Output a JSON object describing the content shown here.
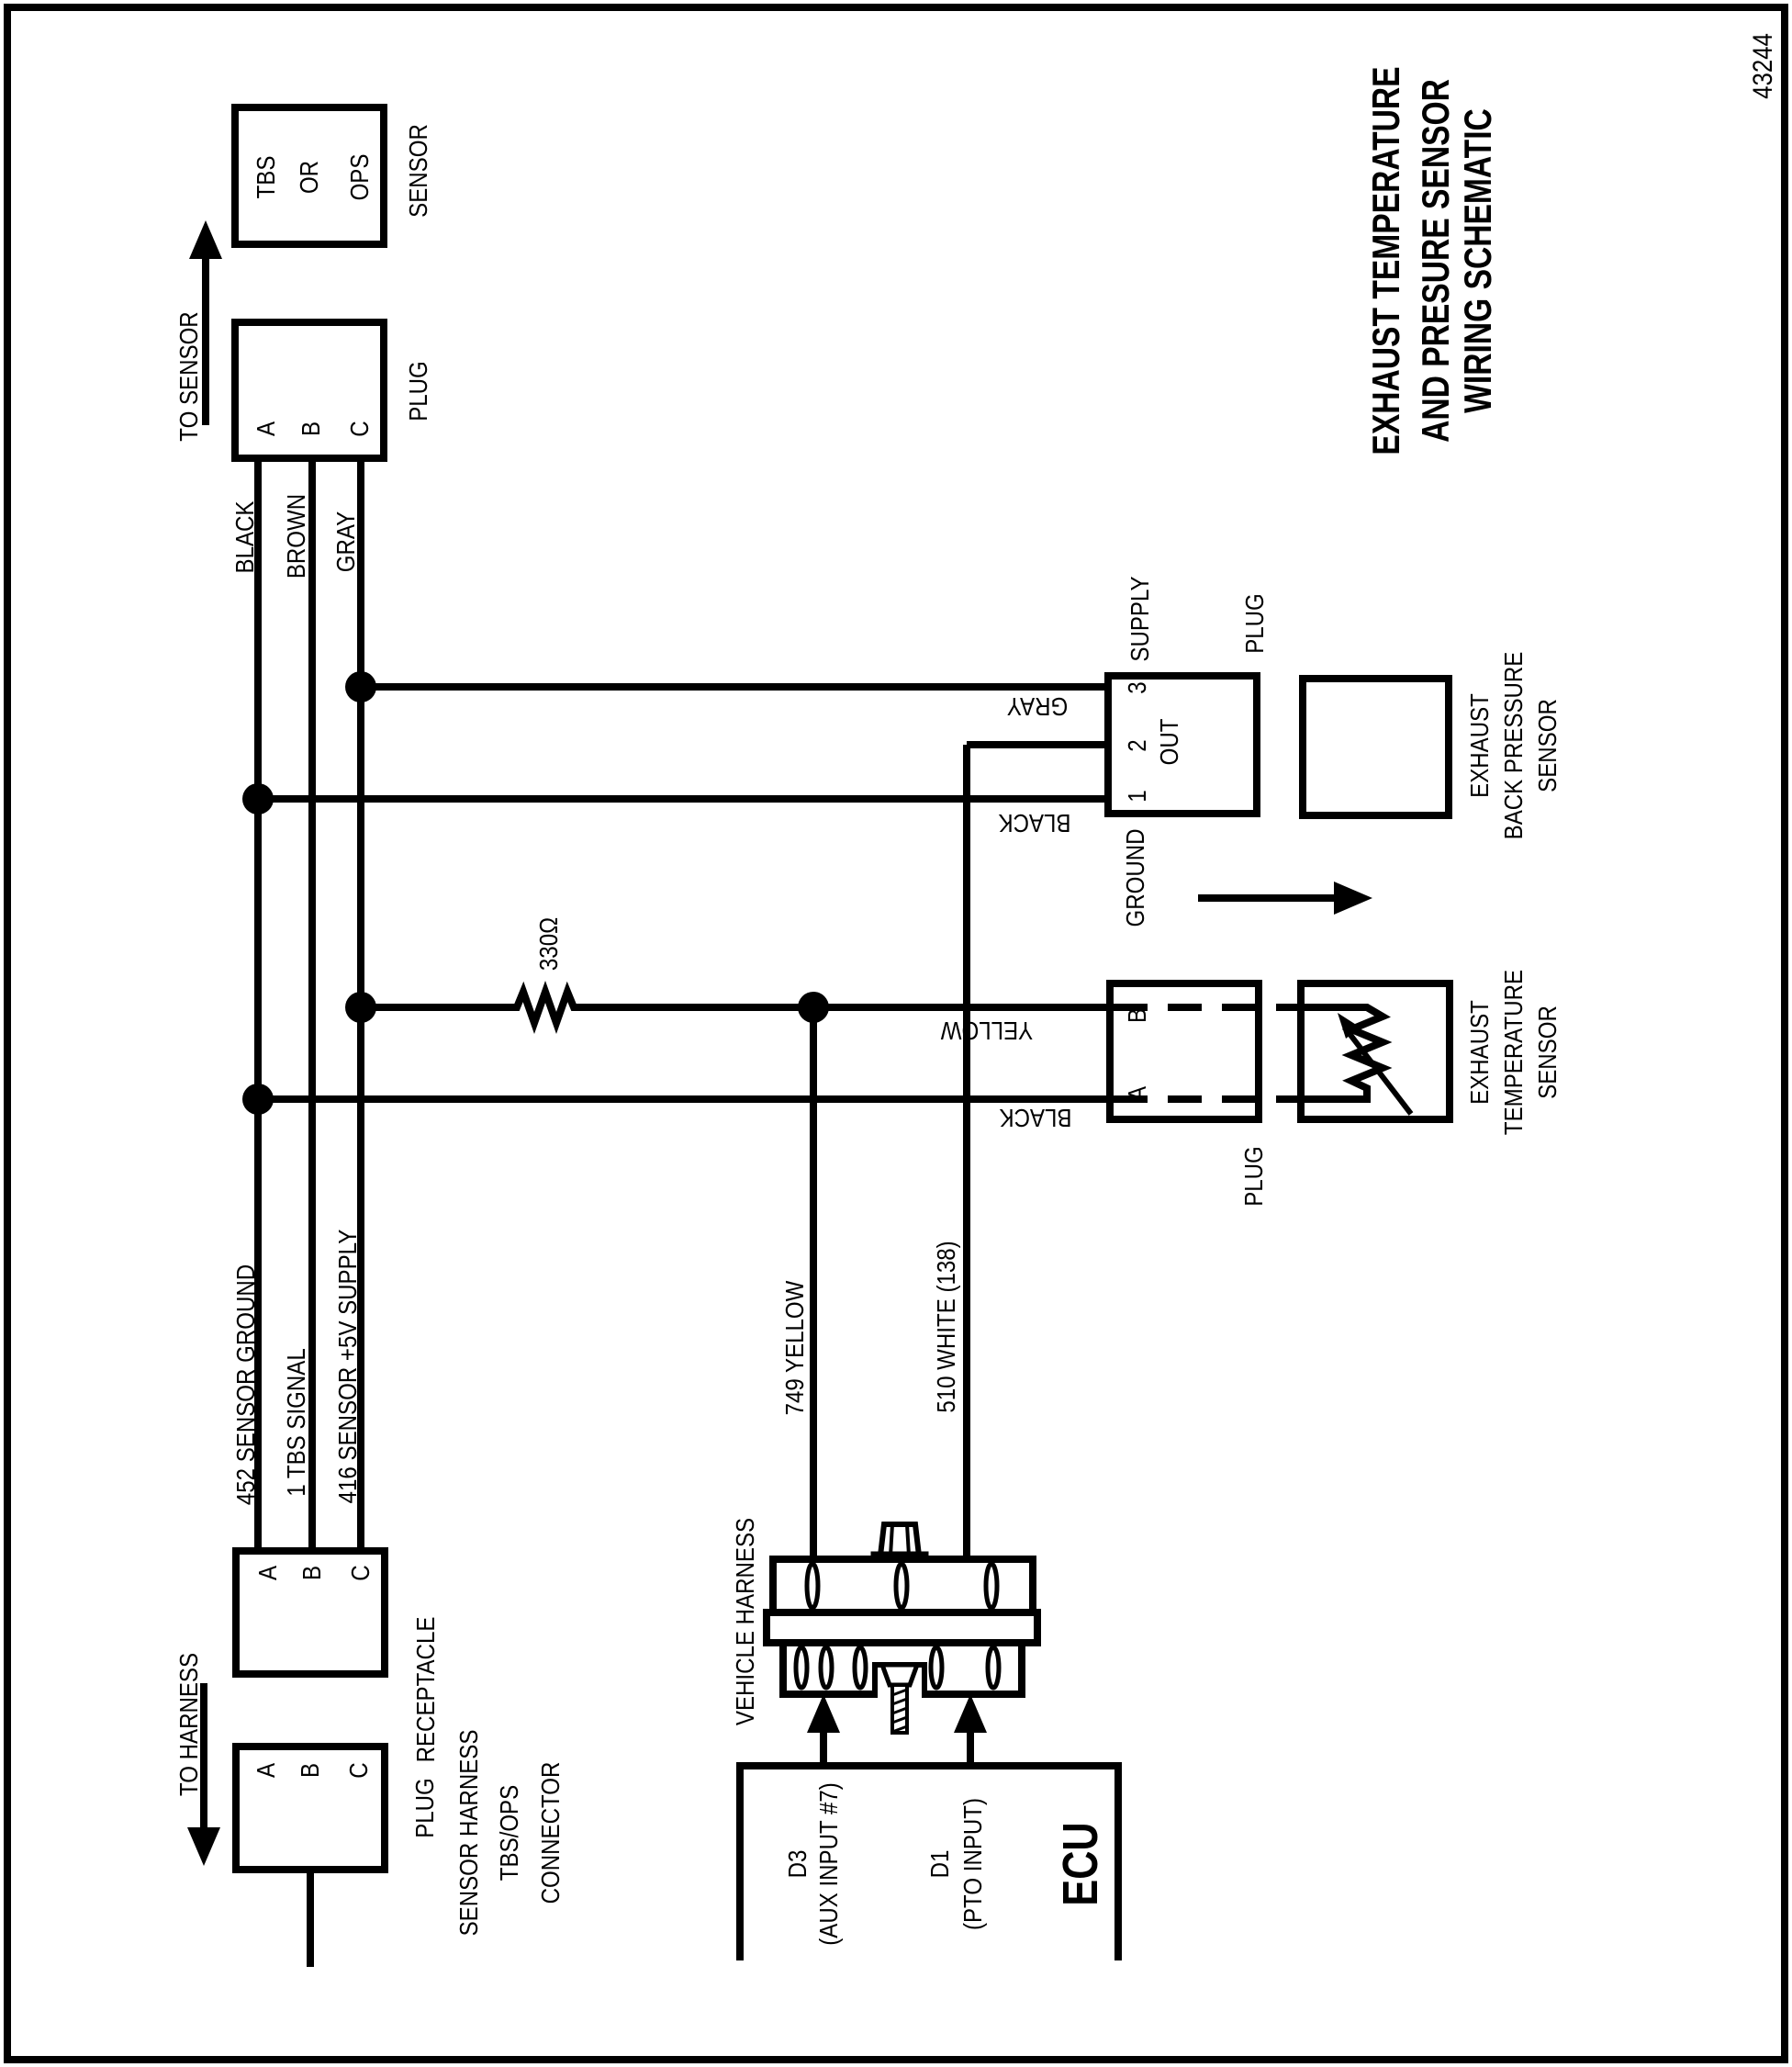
{
  "page": {
    "drawing_number": "43244"
  },
  "title": {
    "line1": "EXHAUST TEMPERATURE",
    "line2": "AND PRESURE SENSOR",
    "line3": "WIRING SCHEMATIC"
  },
  "left_chain": {
    "to_sensor": "TO SENSOR",
    "sensor_box": {
      "line1": "TBS",
      "line2": "OR",
      "line3": "OPS",
      "label": "SENSOR"
    },
    "plug": {
      "pins": [
        "A",
        "B",
        "C"
      ],
      "label": "PLUG"
    },
    "wire_colors": [
      "BLACK",
      "BROWN",
      "GRAY"
    ],
    "wire_ids": [
      "452  SENSOR GROUND",
      "1  TBS SIGNAL",
      "416  SENSOR +5V SUPPLY"
    ],
    "receptacle": {
      "pins": [
        "A",
        "B",
        "C"
      ],
      "label": "RECEPTACLE"
    },
    "harness_plug": {
      "pins": [
        "A",
        "B",
        "C"
      ],
      "label": "PLUG"
    },
    "harness_plug_sub": [
      "SENSOR HARNESS",
      "TBS/OPS",
      "CONNECTOR"
    ],
    "to_harness": "TO HARNESS"
  },
  "resistor": {
    "value": "330Ω"
  },
  "pressure": {
    "plug": {
      "pins": [
        "3",
        "2",
        "1"
      ],
      "out": "OUT",
      "supply": "SUPPLY",
      "ground": "GROUND",
      "label": "PLUG"
    },
    "wire_gray": "GRAY",
    "wire_black": "BLACK",
    "sensor_label": [
      "EXHAUST",
      "BACK PRESSURE",
      "SENSOR"
    ]
  },
  "temperature": {
    "plug": {
      "pins": [
        "B",
        "A"
      ],
      "label": "PLUG"
    },
    "wire_yellow": "YELLOW",
    "wire_black": "BLACK",
    "sensor_label": [
      "EXHAUST",
      "TEMPERATURE",
      "SENSOR"
    ]
  },
  "harness": {
    "label": "VEHICLE HARNESS",
    "wire_yellow": "749 YELLOW",
    "wire_white": "510 WHITE (138)"
  },
  "ecu": {
    "label": "ECU",
    "d3": "D3",
    "d3_desc": "(AUX INPUT #7)",
    "d1": "D1",
    "d1_desc": "(PTO INPUT)"
  },
  "colors": {
    "ink": "#000000",
    "paper": "#ffffff"
  }
}
